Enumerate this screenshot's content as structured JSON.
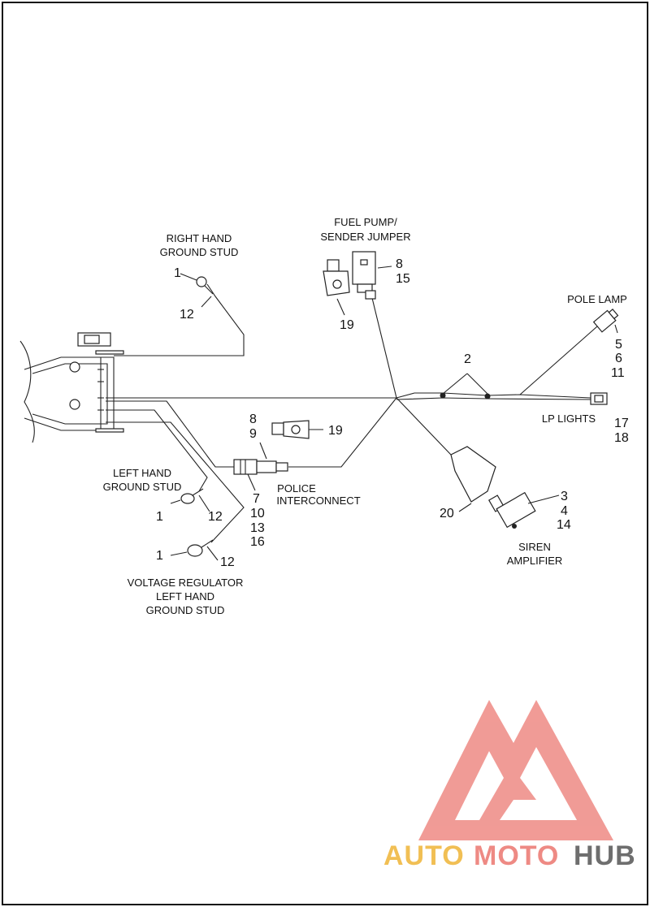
{
  "labels": {
    "rh_ground": [
      "RIGHT HAND",
      "GROUND STUD"
    ],
    "fuel_pump": [
      "FUEL PUMP/",
      "SENDER JUMPER"
    ],
    "pole_lamp": "POLE LAMP",
    "lp_lights": "LP LIGHTS",
    "police": [
      "POLICE",
      "INTERCONNECT"
    ],
    "lh_ground": [
      "LEFT HAND",
      "GROUND STUD"
    ],
    "vr_ground": [
      "VOLTAGE REGULATOR",
      "LEFT HAND",
      "GROUND STUD"
    ],
    "siren": [
      "SIREN",
      "AMPLIFIER"
    ]
  },
  "callouts": {
    "rh_1": "1",
    "rh_12": "12",
    "fp_8": "8",
    "fp_15": "15",
    "fp_19": "19",
    "pole_5": "5",
    "pole_6": "6",
    "pole_11": "11",
    "clip_2": "2",
    "lp_17": "17",
    "lp_18": "18",
    "pi_8": "8",
    "pi_9": "9",
    "pi_19": "19",
    "pi_7": "7",
    "pi_10": "10",
    "pi_13": "13",
    "pi_16": "16",
    "lh_1": "1",
    "lh_12": "12",
    "vr_1": "1",
    "vr_12": "12",
    "siren_3": "3",
    "siren_4": "4",
    "siren_14": "14",
    "siren_20": "20"
  },
  "watermark": {
    "part1": "AUTO",
    "part2": "MOTO",
    "part3": "HUB",
    "colors": {
      "auto": "#f1bf54",
      "moto": "#ee8a84",
      "hub": "#6e6e6e",
      "logo": "#ee8a84"
    }
  }
}
